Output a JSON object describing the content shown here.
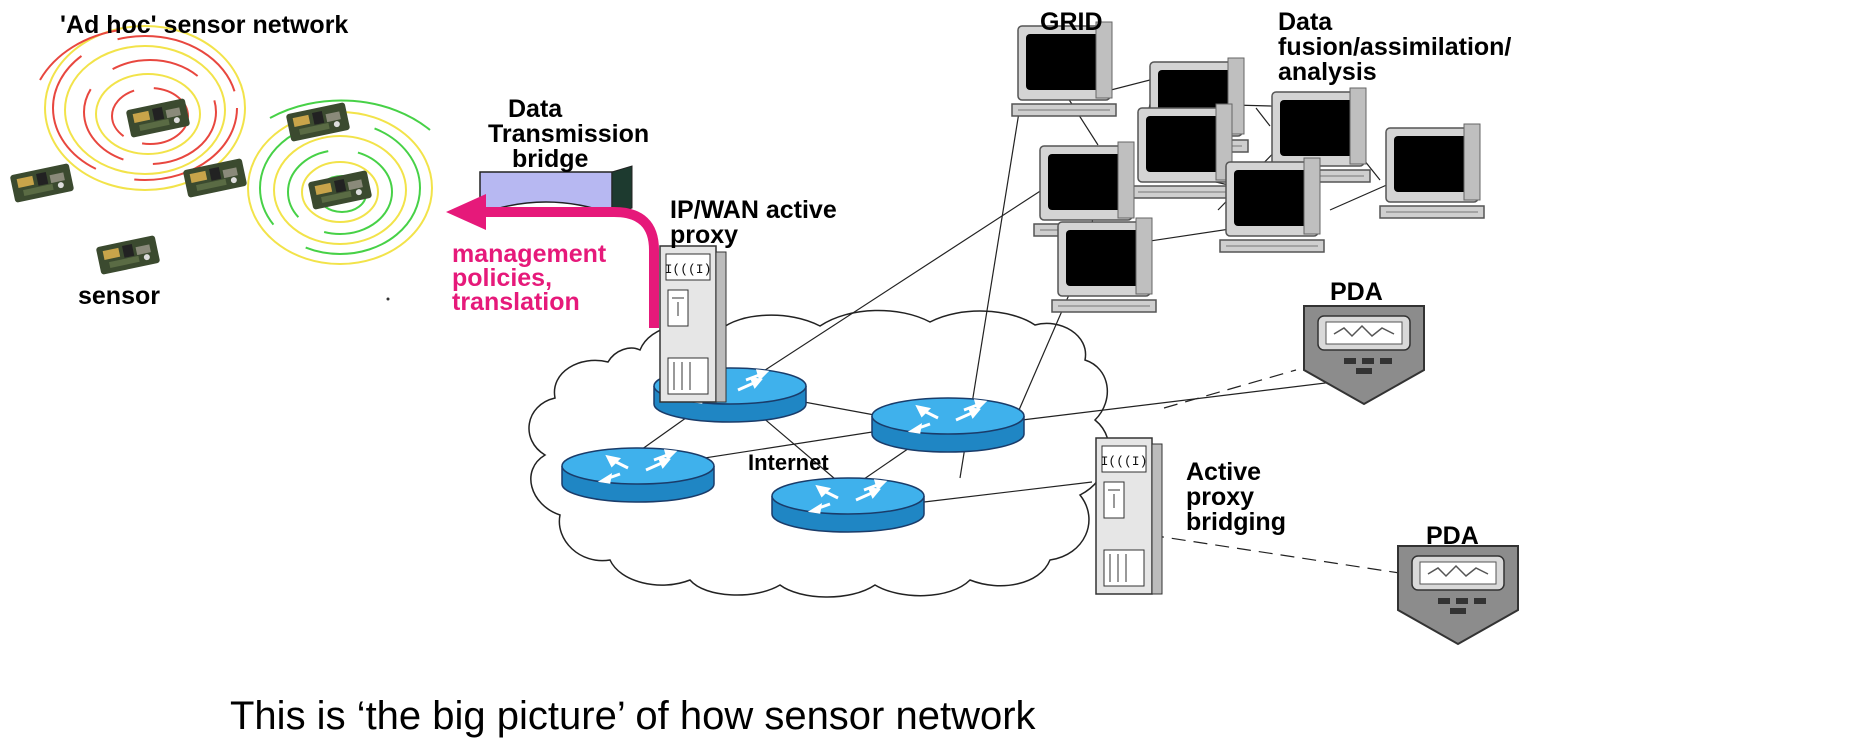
{
  "labels": {
    "ad_hoc": "'Ad hoc' sensor network",
    "sensor": "sensor",
    "bridge_line1": "Data",
    "bridge_line2": "Transmission",
    "bridge_line3": "bridge",
    "ipwan_line1": "IP/WAN active",
    "ipwan_line2": "proxy",
    "mgmt_line1": "management",
    "mgmt_line2": "policies,",
    "mgmt_line3": "translation",
    "grid": "GRID",
    "fusion_line1": "Data",
    "fusion_line2": "fusion/assimilation/",
    "fusion_line3": "analysis",
    "pda_top": "PDA",
    "pda_bottom": "PDA",
    "internet": "Internet",
    "active_line1": "Active",
    "active_line2": "proxy",
    "active_line3": "bridging",
    "caption": "This is ‘the big picture’ of how sensor network"
  },
  "colors": {
    "management_arrow": "#e6197a",
    "router_fill": "#39a9e6",
    "bridge_fill": "#b7b8f2",
    "monitor_screen": "#000000",
    "ring_red": "#e8473f",
    "ring_yellow": "#f2e34a",
    "ring_green": "#47d147"
  },
  "icons": [
    "sensor-board-icon",
    "monitor-icon",
    "router-icon",
    "server-tower-icon",
    "pda-icon",
    "cloud-icon",
    "bridge-icon",
    "radio-rings-icon",
    "management-arrow-icon"
  ]
}
